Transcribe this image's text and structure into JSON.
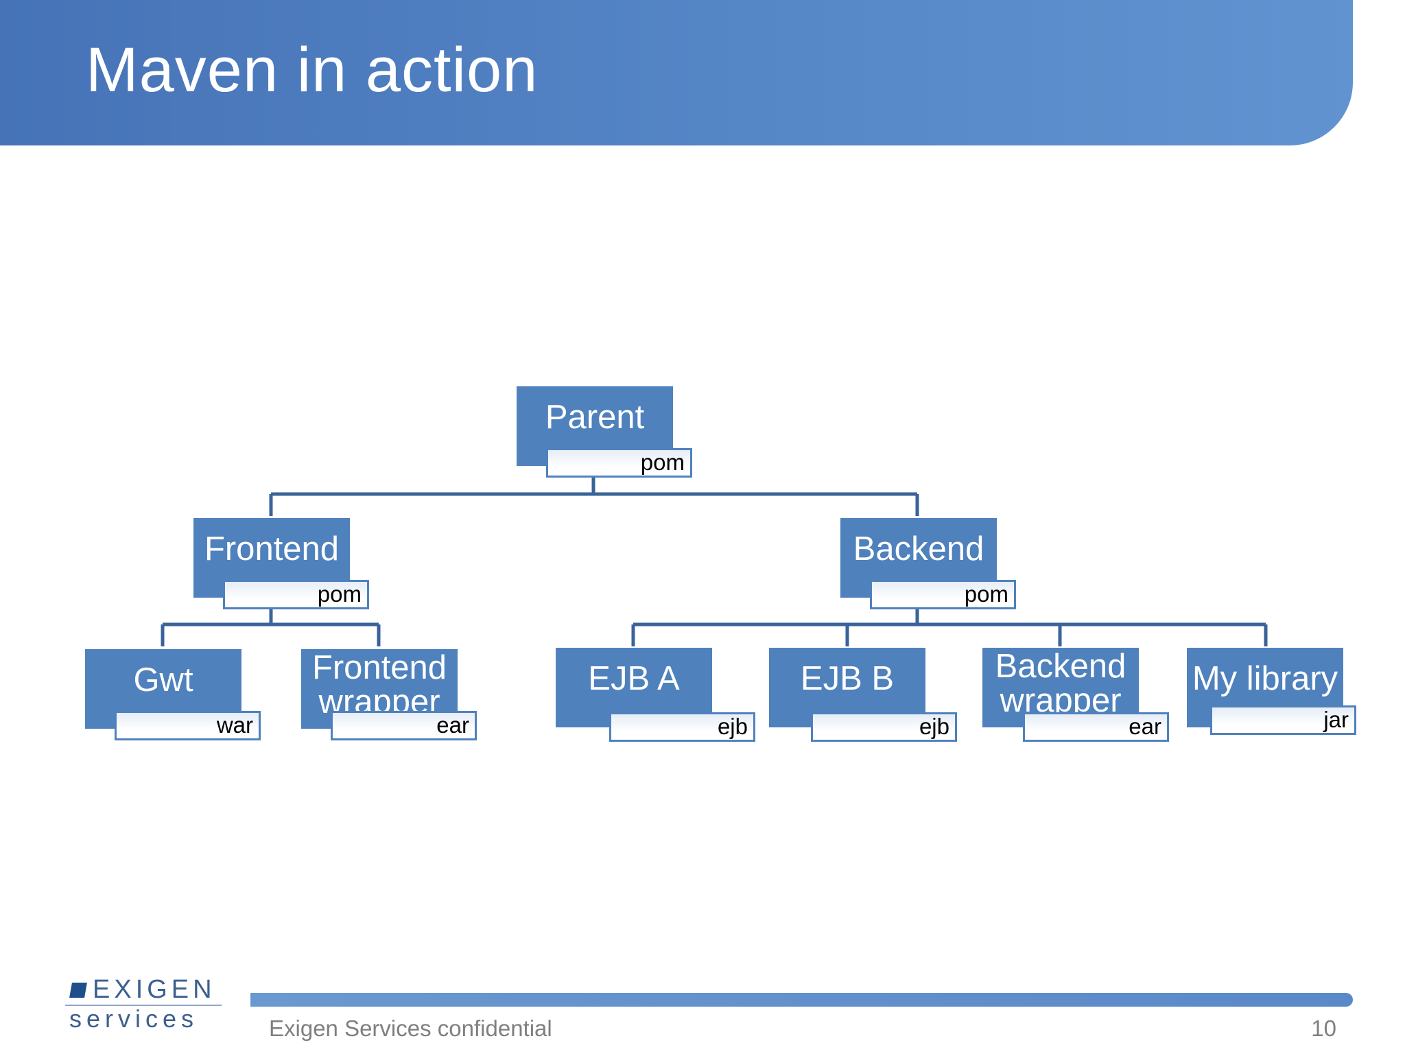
{
  "slide": {
    "title": "Maven in action",
    "footer_text": "Exigen Services confidential",
    "page_number": "10",
    "logo": {
      "top": "EXIGEN",
      "bottom": "services"
    }
  },
  "tree": {
    "parent": {
      "name": "Parent",
      "packaging": "pom"
    },
    "frontend": {
      "name": "Frontend",
      "packaging": "pom"
    },
    "backend": {
      "name": "Backend",
      "packaging": "pom"
    },
    "gwt": {
      "name": "Gwt",
      "packaging": "war"
    },
    "frontend_wrapper": {
      "name": "Frontend wrapper",
      "packaging": "ear"
    },
    "ejb_a": {
      "name": "EJB A",
      "packaging": "ejb"
    },
    "ejb_b": {
      "name": "EJB B",
      "packaging": "ejb"
    },
    "backend_wrapper": {
      "name": "Backend wrapper",
      "packaging": "ear"
    },
    "my_library": {
      "name": "My library",
      "packaging": "jar"
    }
  },
  "colors": {
    "node_fill": "#4f81bd",
    "connector": "#3a6399",
    "title_banner": "#5586c6",
    "footer_bar": "#5a89c8"
  }
}
